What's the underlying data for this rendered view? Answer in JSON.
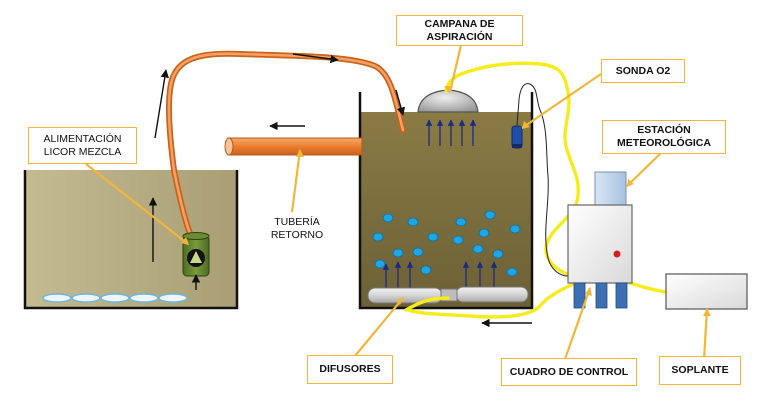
{
  "labels": {
    "campana": [
      "CAMPANA DE",
      "ASPIRACIÓN"
    ],
    "sonda": "SONDA O2",
    "estacion": [
      "ESTACIÓN",
      "METEOROLÓGICA"
    ],
    "alimentacion": [
      "ALIMENTACIÓN",
      "LICOR MEZCLA"
    ],
    "tuberia": [
      "TUBERÍA",
      "RETORNO"
    ],
    "difusores": "DIFUSORES",
    "cuadro": "CUADRO DE CONTROL",
    "soplante": "SOPLANTE"
  },
  "colors": {
    "label_border": "#f2b63a",
    "cable": "#f5ec1c",
    "pipe": "#f08a3c",
    "left_tank_liquid": "#b5ab84",
    "right_tank_liquid": "#7e7141",
    "bubble": "#1ea7e3",
    "pump": "#5a7a2a",
    "leg": "#3d6fb3",
    "led": "#d22020"
  }
}
